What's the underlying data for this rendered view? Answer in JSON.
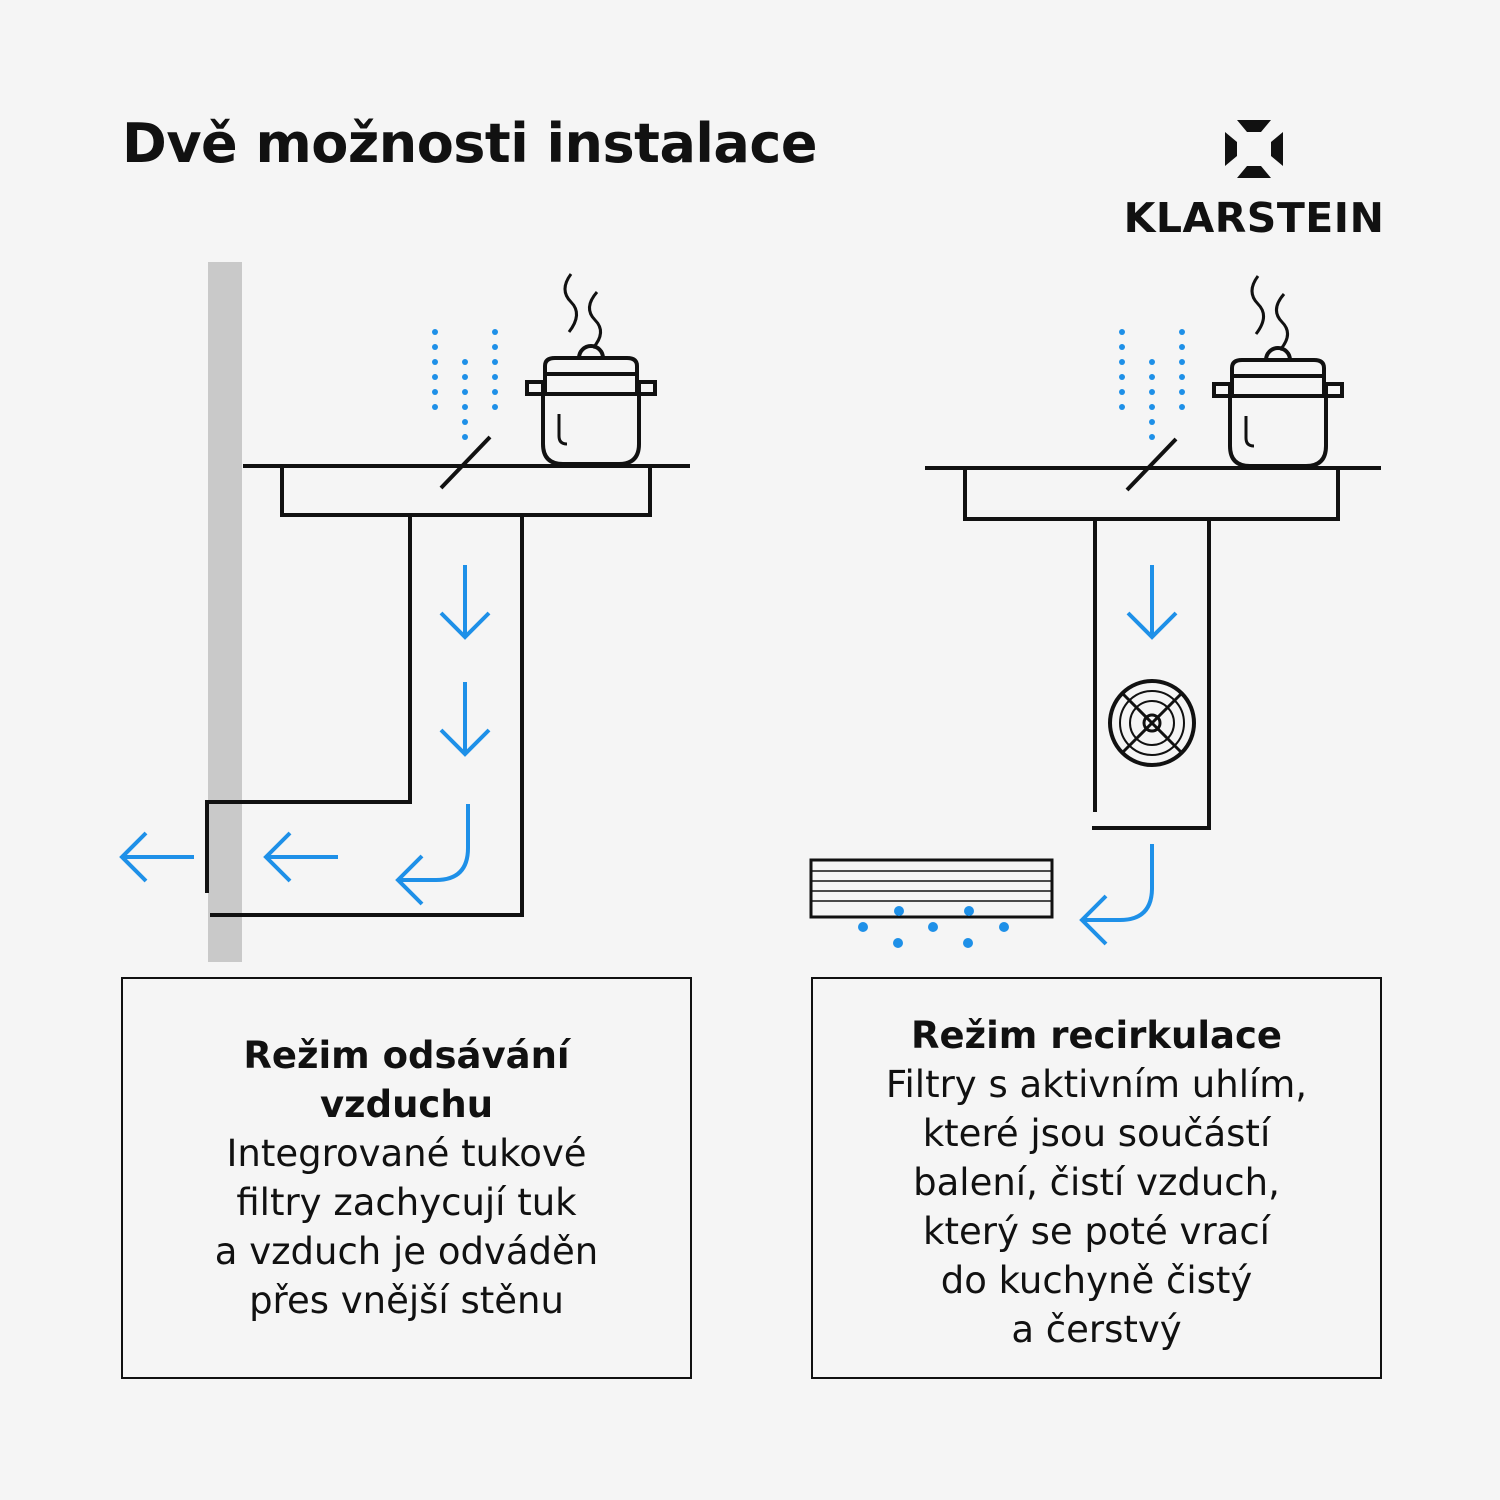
{
  "title": "Dvě možnosti instalace",
  "brand": {
    "name": "KLARSTEIN",
    "logo_icon": "klarstein-diamond-logo"
  },
  "colors": {
    "arrow": "#1e90e8",
    "line": "#111111",
    "wall": "#c9c9c9",
    "background": "#f5f5f5"
  },
  "modes": {
    "extraction": {
      "title_lines": [
        "Režim odsávání",
        "vzduchu"
      ],
      "text_lines": [
        "Integrované tukové",
        "filtry zachycují tuk",
        "a vzduch je odváděn",
        "přes vnější stěnu"
      ]
    },
    "recirculation": {
      "title_lines": [
        "Režim recirkulace"
      ],
      "text_lines": [
        "Filtry s aktivním uhlím,",
        "které jsou součástí",
        "balení, čistí vzduch,",
        "který se poté vrací",
        "do kuchyně čistý",
        "a čerstvý"
      ]
    }
  }
}
